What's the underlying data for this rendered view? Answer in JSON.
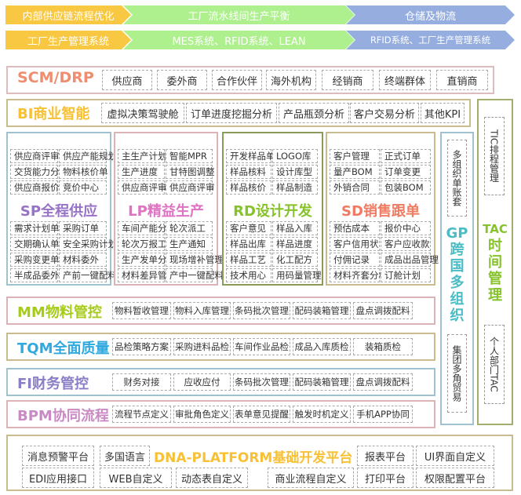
{
  "banners": {
    "row1": [
      {
        "label": "内部供应链流程优化",
        "color": "#f9c842"
      },
      {
        "label": "工厂流水线间生产平衡",
        "color": "#aef08d"
      },
      {
        "label": "仓储及物流",
        "color": "#95aedf"
      }
    ],
    "row2": [
      {
        "label": "工厂生产管理系统",
        "color": "#f9c842"
      },
      {
        "label": "MES系统、RFID系统、LEAN",
        "color": "#aef08d"
      },
      {
        "label": "RFID系统、工厂生产管理系统",
        "color": "#95aedf"
      }
    ]
  },
  "scm": {
    "title": "SCM/DRP",
    "color": "#ef8d70",
    "items": [
      "供应商",
      "委外商",
      "合作伙伴",
      "海外机构",
      "经销商",
      "终端群体",
      "直销商"
    ]
  },
  "bi": {
    "title": "BI商业智能",
    "color": "#f7c035",
    "items": [
      "虚拟决策驾驶舱",
      "订单进度挖掘分析",
      "产品瓶颈分析",
      "客户交易分析",
      "其他KPI"
    ]
  },
  "sp": {
    "title": "SP全程供应",
    "color": "#9673c6",
    "top": [
      [
        "供应商评审",
        "供应产能规划"
      ],
      [
        "交货能力分析",
        "物料核价单"
      ],
      [
        "供应商报价",
        "竞价中心"
      ]
    ],
    "bottom": [
      [
        "需求计划单",
        "采购订单"
      ],
      [
        "交期确认单",
        "安全采购计划"
      ],
      [
        "采购变更单",
        "材料委外"
      ],
      [
        "半成品委外",
        "产前一键配料"
      ]
    ]
  },
  "lp": {
    "title": "LP精益生产",
    "color": "#df72c2",
    "top": [
      [
        "主生产计划",
        "智能MPR"
      ],
      [
        "生产进度",
        "甘特图调整"
      ],
      [
        "供应商评审",
        "供应商评审"
      ]
    ],
    "bottom": [
      [
        "车间产能分析",
        "轮次派工"
      ],
      [
        "轮次万报工",
        "生产通知"
      ],
      [
        "生产发单分析",
        "现场增补管理"
      ],
      [
        "材料差异管理",
        "产中一键配料"
      ]
    ]
  },
  "rd": {
    "title": "RD设计开发",
    "color": "#86c22a",
    "top": [
      [
        "开发样品单",
        "LOGO库"
      ],
      [
        "样品核料",
        "设计库型"
      ],
      [
        "样品核价",
        "样品制造"
      ]
    ],
    "bottom": [
      [
        "客户意见",
        "样品入库"
      ],
      [
        "样品出库",
        "样品进度"
      ],
      [
        "样品工艺",
        "化工配方"
      ],
      [
        "技术用心",
        "用码量管理"
      ]
    ]
  },
  "sd": {
    "title": "SD销售跟单",
    "color": "#f07b62",
    "top": [
      [
        "客户管理",
        "正式订单"
      ],
      [
        "量产BOM",
        "订单变更"
      ],
      [
        "外销合同",
        "包装BOM"
      ]
    ],
    "bottom": [
      [
        "预估成本",
        "报价中心"
      ],
      [
        "客户信用状",
        "客户应收款"
      ],
      [
        "付佣记录",
        "成品出品管理"
      ],
      [
        "材料齐套分析",
        "订舱计划"
      ]
    ]
  },
  "gp": {
    "title_lines": [
      "GP",
      "跨",
      "国",
      "多",
      "组",
      "织"
    ],
    "color": "#4cbcc4",
    "items": [
      "多组织单账套",
      "集团多角贸易"
    ]
  },
  "tac": {
    "title_lines": [
      "TAC",
      "时",
      "间",
      "管",
      "理"
    ],
    "color": "#86c22a",
    "items": [
      "TIC排程管理",
      "个人部门TAC"
    ]
  },
  "mm": {
    "title": "MM物料管控",
    "color": "#a6cb1a",
    "items": [
      "物料暂收管理",
      "物料入库管理",
      "条码批次管理",
      "配码装箱管理",
      "盘点调拨配料"
    ]
  },
  "tqm": {
    "title": "TQM全面质量",
    "color": "#2fa9e0",
    "items": [
      "品检策略方案",
      "采购进料品检",
      "车间作业品检",
      "成品入库质检",
      "装箱质检"
    ]
  },
  "fi": {
    "title": "FI财务管控",
    "color": "#8a7fc6",
    "items": [
      "财务对接",
      "应收应付",
      "条码批次管理",
      "配码装箱管理",
      "盘点调拨配料"
    ]
  },
  "bpm": {
    "title": "BPM协同流程",
    "color": "#c98ac4",
    "items": [
      "流程节点定义",
      "审批角色定义",
      "表单意见提醒",
      "触发时机定义",
      "手机APP协同"
    ]
  },
  "dna": {
    "title": "DNA-PLATFORM基础开发平台",
    "color": "#f7c035",
    "row1_left": [
      "消息预警平台",
      "多国语言"
    ],
    "row1_right": [
      "报表平台",
      "UI界面自定义"
    ],
    "row2": [
      "EDI应用接口",
      "WEB自定义",
      "动态表自定义",
      "商业流程自定义",
      "打印平台",
      "权限配置平台"
    ]
  }
}
